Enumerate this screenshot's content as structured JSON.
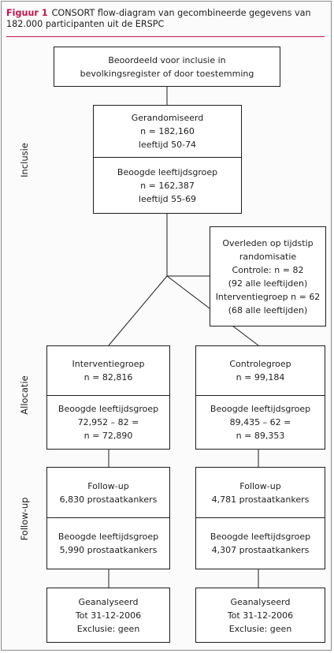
{
  "caption": {
    "label": "Figuur 1",
    "text": "CONSORT flow-diagram van gecombineerde gegevens van 182.000 participanten uit de ERSPC"
  },
  "sections": {
    "inclusion": "Inclusie",
    "allocation": "Allocatie",
    "followup": "Follow-up"
  },
  "assessed": {
    "line1": "Beoordeeld voor inclusie in",
    "line2": "bevolkingsregister of door toestemming"
  },
  "randomized": {
    "title": "Gerandomiseerd",
    "n": "n = 182,160",
    "age": "leeftijd 50-74",
    "target_title": "Beoogde leeftijdsgroep",
    "target_n": "n = 162,387",
    "target_age": "leeftijd 55-69"
  },
  "deceased": {
    "line1": "Overleden op tijdstip",
    "line2": "randomisatie",
    "line3": "Controle: n = 82",
    "line4": "(92 alle leeftijden)",
    "line5": "Interventiegroep n = 62",
    "line6": "(68 alle leeftijden)"
  },
  "intervention": {
    "title": "Interventiegroep",
    "n": "n = 82,816",
    "target_title": "Beoogde leeftijdsgroep",
    "target_calc": "72,952 – 82 =",
    "target_n": "n = 72,890",
    "followup_title": "Follow-up",
    "followup_cancers": "6,830 prostaatkankers",
    "followup_target_title": "Beoogde leeftijdsgroep",
    "followup_target_cancers": "5,990 prostaatkankers",
    "analysed_title": "Geanalyseerd",
    "analysed_date": "Tot 31-12-2006",
    "analysed_exclusion": "Exclusie: geen"
  },
  "control": {
    "title": "Controlegroep",
    "n": "n = 99,184",
    "target_title": "Beoogde leeftijdsgroep",
    "target_calc": "89,435 – 62 =",
    "target_n": "n = 89,353",
    "followup_title": "Follow-up",
    "followup_cancers": "4,781 prostaatkankers",
    "followup_target_title": "Beoogde leeftijdsgroep",
    "followup_target_cancers": "4,307 prostaatkankers",
    "analysed_title": "Geanalyseerd",
    "analysed_date": "Tot 31-12-2006",
    "analysed_exclusion": "Exclusie: geen"
  },
  "colors": {
    "accent": "#c1154b",
    "border": "#1e1e1e"
  }
}
